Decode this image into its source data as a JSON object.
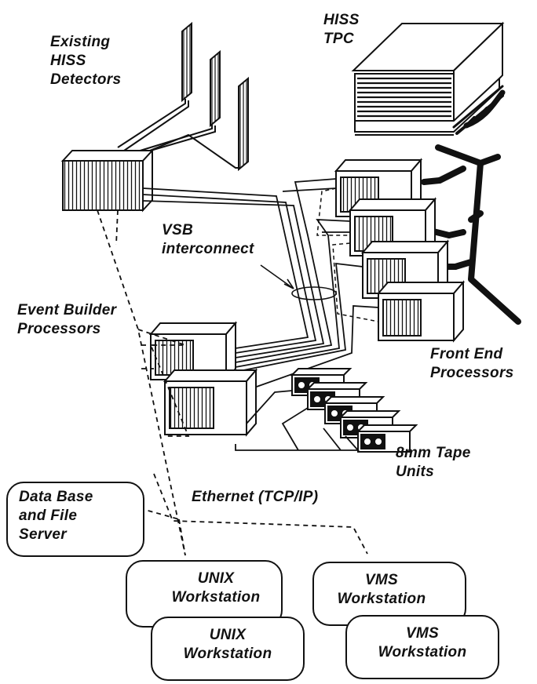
{
  "labels": {
    "existing_detectors": [
      "Existing",
      "HISS",
      "Detectors"
    ],
    "hiss_tpc": [
      "HISS",
      "TPC"
    ],
    "vsb_interconnect": [
      "VSB",
      "interconnect"
    ],
    "event_builder": [
      "Event Builder",
      "Processors"
    ],
    "front_end": [
      "Front End",
      "Processors"
    ],
    "tape_units": [
      "8mm Tape",
      "Units"
    ],
    "ethernet": "Ethernet (TCP/IP)"
  },
  "boxes": {
    "db_server": [
      "Data Base",
      "and File",
      "Server"
    ],
    "unix_1": [
      "UNIX",
      "Workstation"
    ],
    "unix_2": [
      "UNIX",
      "Workstation"
    ],
    "vms_1": [
      "VMS",
      "Workstation"
    ],
    "vms_2": [
      "VMS",
      "Workstation"
    ]
  },
  "colors": {
    "ink": "#111111",
    "background": "#ffffff"
  }
}
